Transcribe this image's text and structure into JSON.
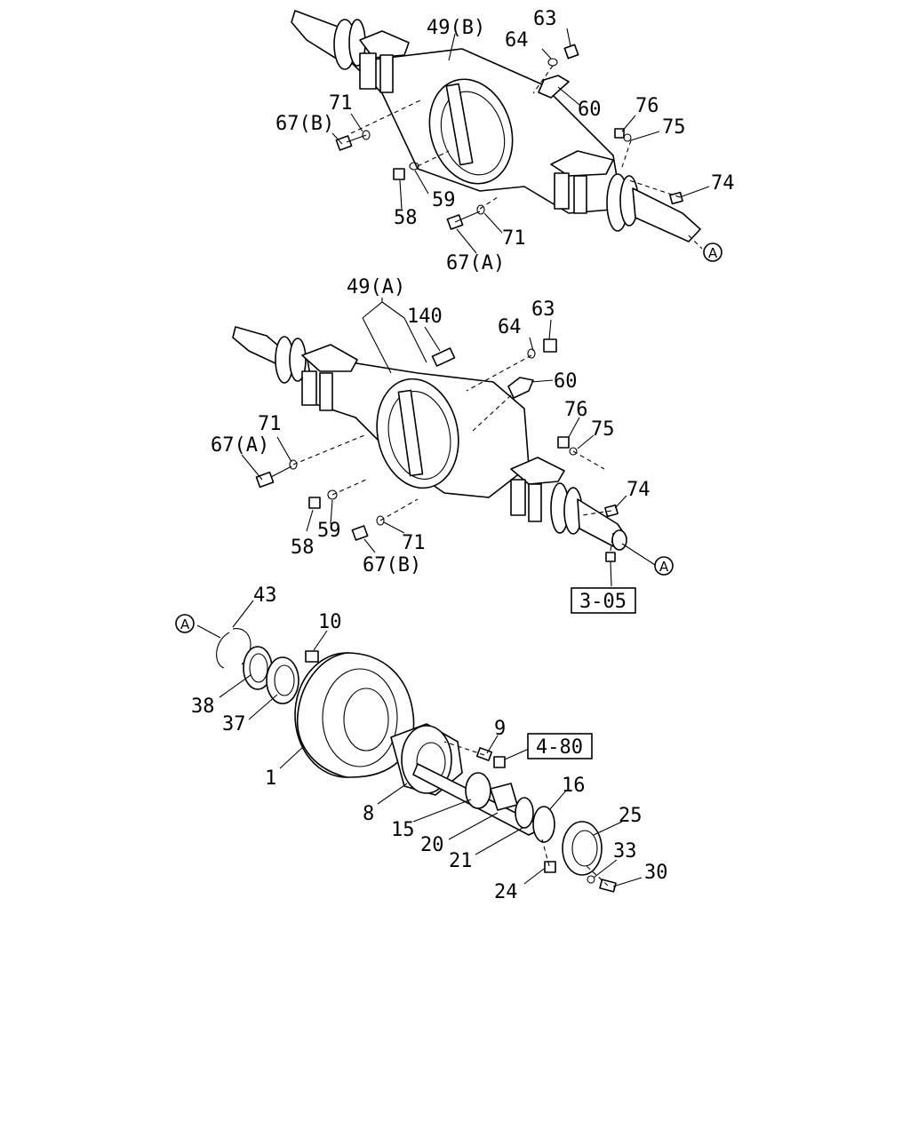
{
  "diagram": {
    "upper_assembly": {
      "callouts": [
        "49(B)",
        "63",
        "64",
        "60",
        "71",
        "67(B)",
        "76",
        "75",
        "74",
        "58",
        "59",
        "71",
        "67(A)"
      ],
      "connector": "A"
    },
    "middle_assembly": {
      "callouts": [
        "49(A)",
        "140",
        "64",
        "63",
        "60",
        "71",
        "67(A)",
        "76",
        "75",
        "74",
        "58",
        "59",
        "71",
        "67(B)"
      ],
      "connector": "A",
      "reference_box": "3-05"
    },
    "lower_assembly": {
      "callouts": [
        "43",
        "10",
        "38",
        "37",
        "1",
        "9",
        "8",
        "15",
        "16",
        "20",
        "21",
        "25",
        "33",
        "24",
        "30"
      ],
      "connector": "A",
      "reference_box": "4-80"
    }
  }
}
